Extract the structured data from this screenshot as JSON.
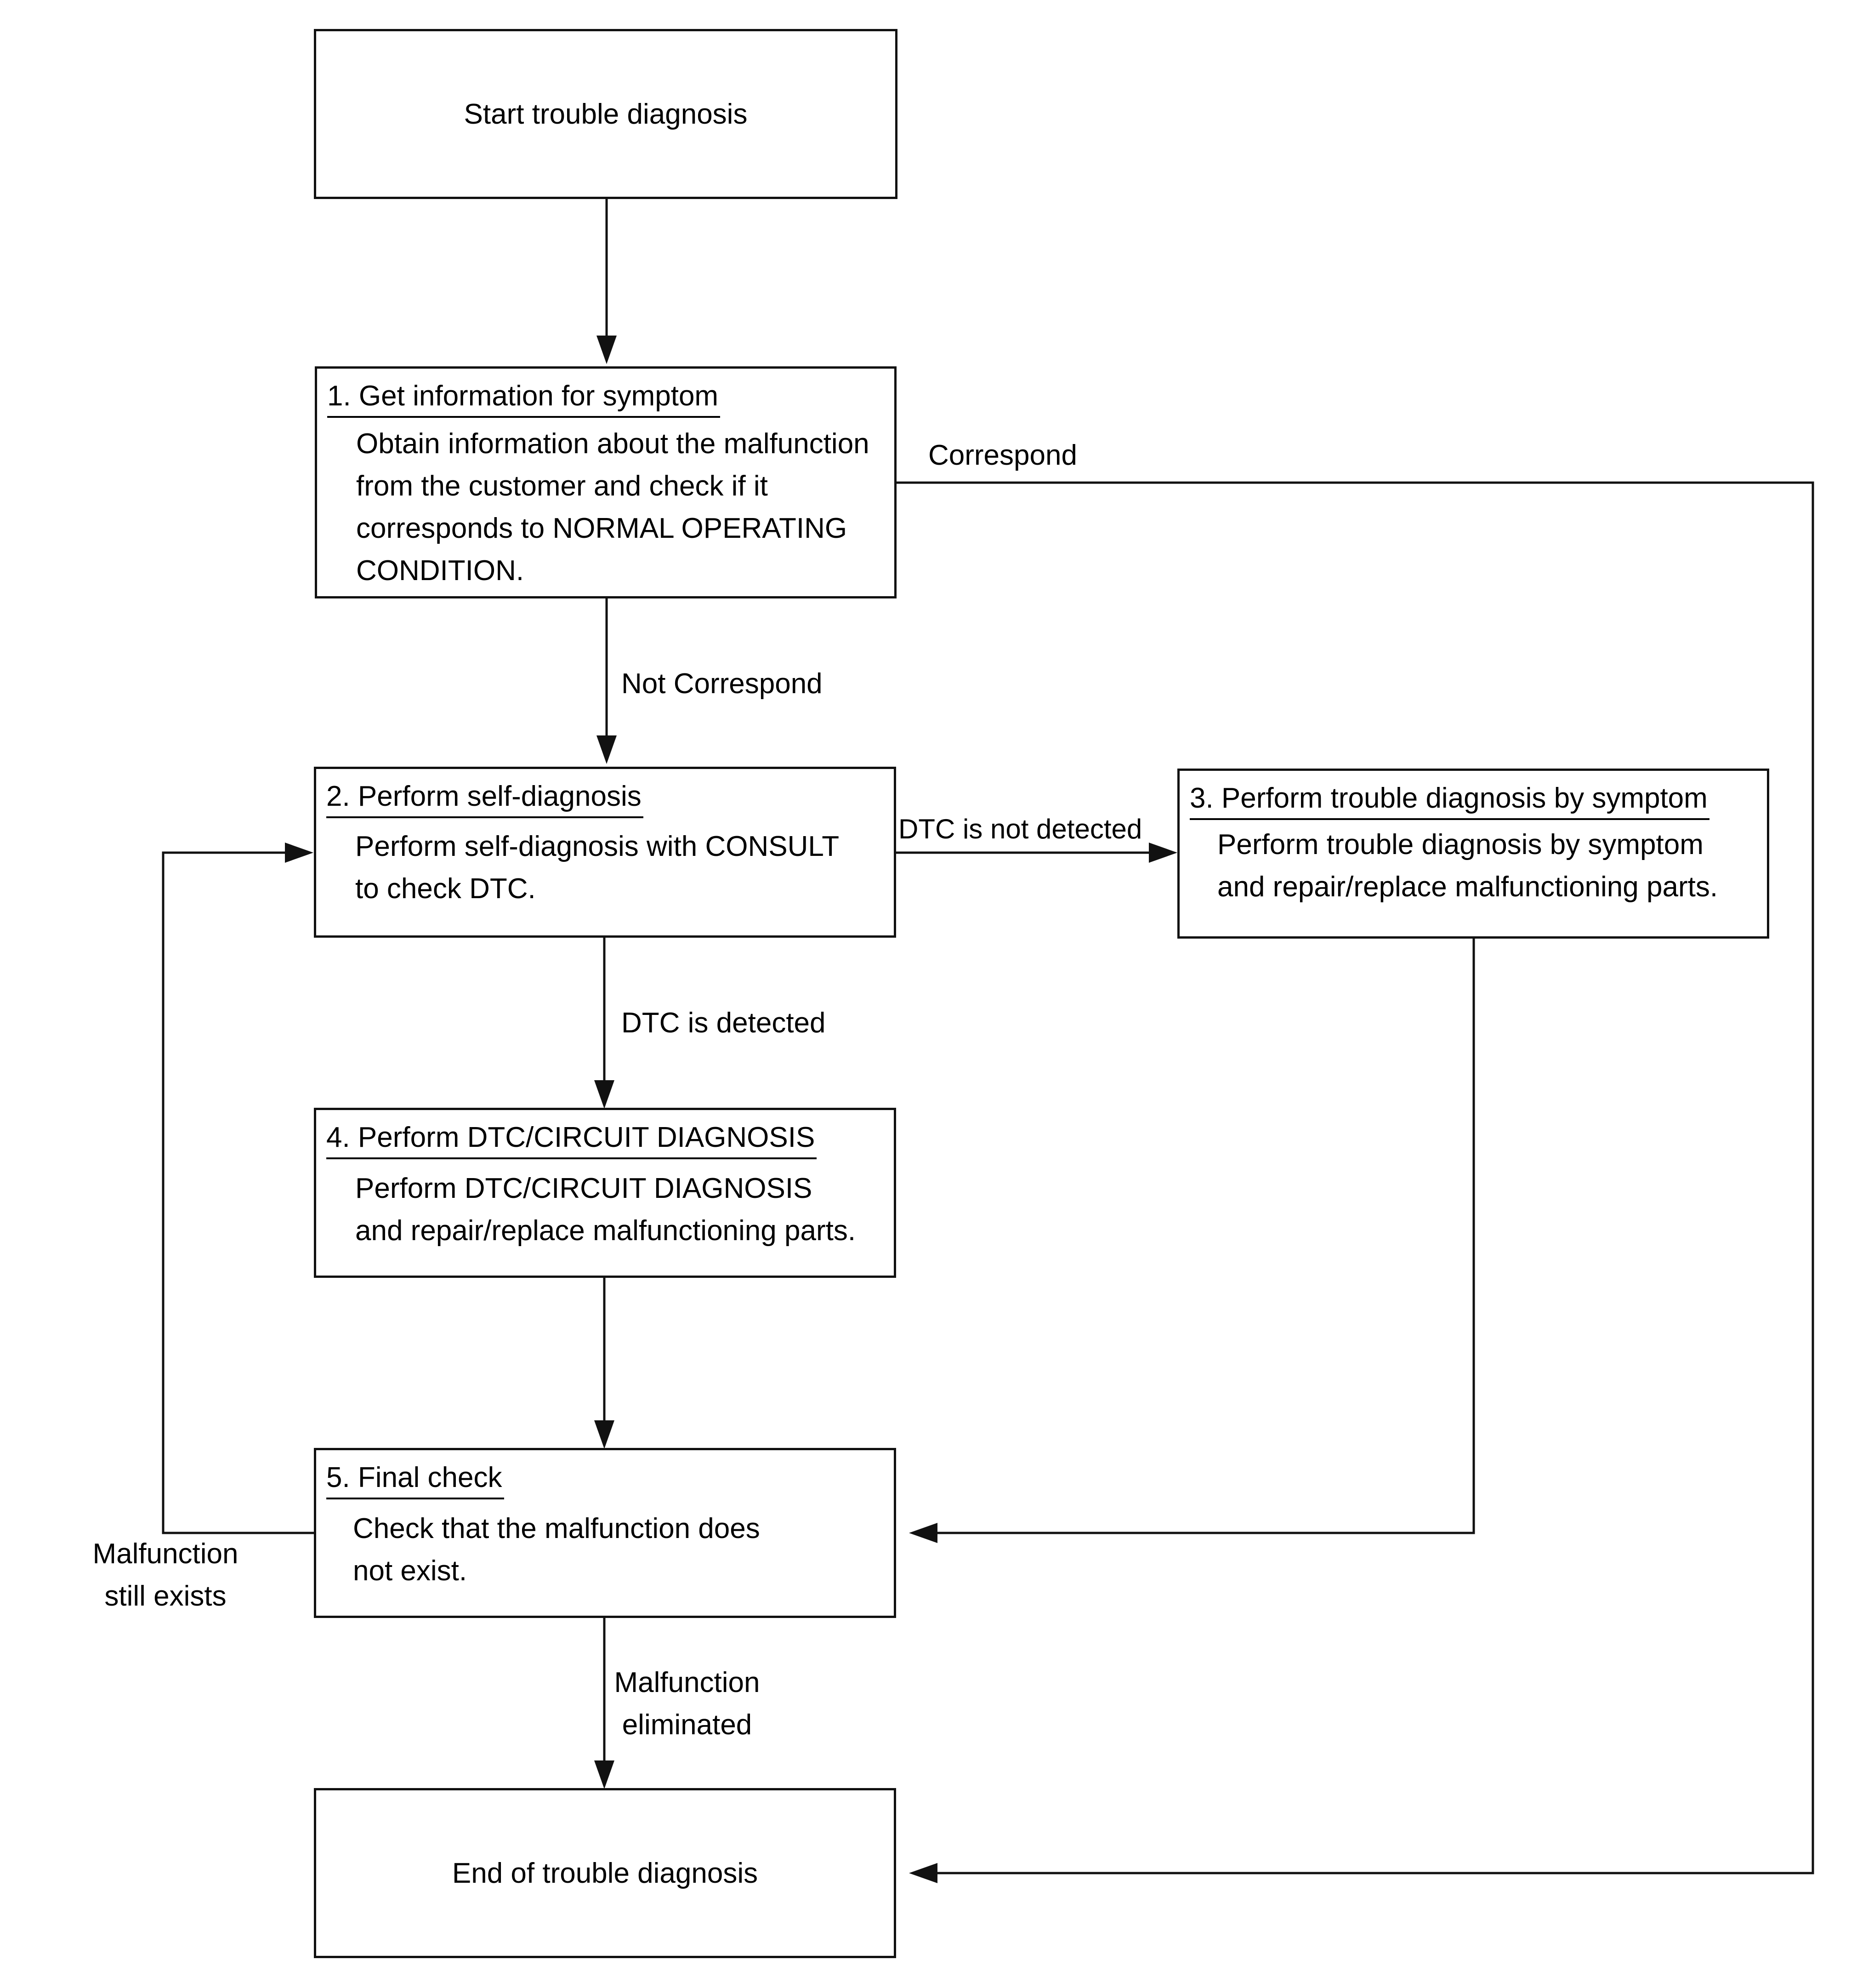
{
  "nodes": {
    "start": {
      "label": "Start trouble diagnosis"
    },
    "step1": {
      "title": "1. Get information for symptom",
      "lines": [
        "Obtain information about the malfunction",
        "from the customer and check if it",
        "corresponds to NORMAL OPERATING",
        "CONDITION."
      ]
    },
    "step2": {
      "title": "2. Perform self-diagnosis",
      "lines": [
        "Perform self-diagnosis with CONSULT",
        "to check DTC."
      ]
    },
    "step3": {
      "title": "3. Perform trouble diagnosis by symptom",
      "lines": [
        "Perform trouble diagnosis by symptom",
        "and repair/replace malfunctioning parts."
      ]
    },
    "step4": {
      "title": "4. Perform DTC/CIRCUIT DIAGNOSIS",
      "lines": [
        "Perform DTC/CIRCUIT DIAGNOSIS",
        "and repair/replace malfunctioning parts."
      ]
    },
    "step5": {
      "title": "5. Final check",
      "lines": [
        "Check that the malfunction does",
        "not exist."
      ]
    },
    "end": {
      "label": "End of trouble diagnosis"
    }
  },
  "edge_labels": {
    "correspond": "Correspond",
    "not_correspond": "Not Correspond",
    "dtc_not_detected": "DTC is not detected",
    "dtc_detected": "DTC is detected",
    "malfunction_still_exists": [
      "Malfunction",
      "still exists"
    ],
    "malfunction_eliminated": [
      "Malfunction",
      "eliminated"
    ]
  }
}
